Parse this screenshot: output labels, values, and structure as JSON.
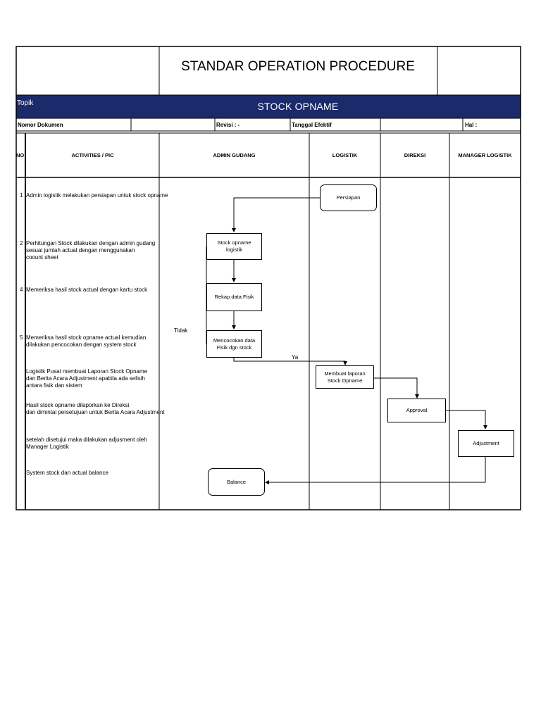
{
  "header": {
    "title": "STANDAR OPERATION PROCEDURE",
    "topik_label": "Topik",
    "topik_value": "STOCK OPNAME",
    "nomor_dokumen_label": "Nomor Dokumen",
    "revisi_label": "Revisi : -",
    "tanggal_label": "Tanggal Efektif",
    "hal_label": "Hal :"
  },
  "columns": {
    "no": "NO",
    "activities": "ACTIVITIES / PIC",
    "admin_gudang": "ADMIN GUDANG",
    "logistik": "LOGISTIK",
    "direksi": "DIREKSI",
    "manager_logistik": "MANAGER LOGISTIK"
  },
  "activities": [
    {
      "no": "1",
      "text": "Admin logistik melakukan persiapan untuk stock opname"
    },
    {
      "no": "2",
      "text": "Perhitungan Stock dilakukan dengan admin gudang\nsesuai jumlah actual dengan menggunakan\ncoount sheet"
    },
    {
      "no": "4",
      "text": "Memeriksa hasil stock actual dengan kartu stock"
    },
    {
      "no": "5",
      "text": "Memeriksa hasil stock opname actual kemudian\n dilakukan pencocokan dengan system stock"
    },
    {
      "no": "",
      "text": "Logisitk Pusat membuat Laporan Stock Opname\ndan Berita Acara Adjustment apabila ada selisih\nantara fisik dan sistem"
    },
    {
      "no": "",
      "text": "Hasil stock opname dilaporkan ke Direksi\ndan dimintai persetujuan untuk Berita Acara Adjustment"
    },
    {
      "no": "",
      "text": "setelah disetujui maka dilakukan adjusment oleh\nManager Logistik"
    },
    {
      "no": "",
      "text": "System stock dan actual balance"
    }
  ],
  "flow": {
    "persiapan": "Persiapan",
    "stock_opname": "Stock opname\nlogistik",
    "rekap": "Rekap  data   Fisik",
    "mencocokan": "Mencocokan  data\nFisik dgn  stock",
    "membuat_laporan": "Membuat laporan\nStock Opname",
    "approval": "Approval",
    "adjustment": "Adjustment",
    "balance": "Balance",
    "tidak": "Tidak",
    "ya": "Ya"
  }
}
